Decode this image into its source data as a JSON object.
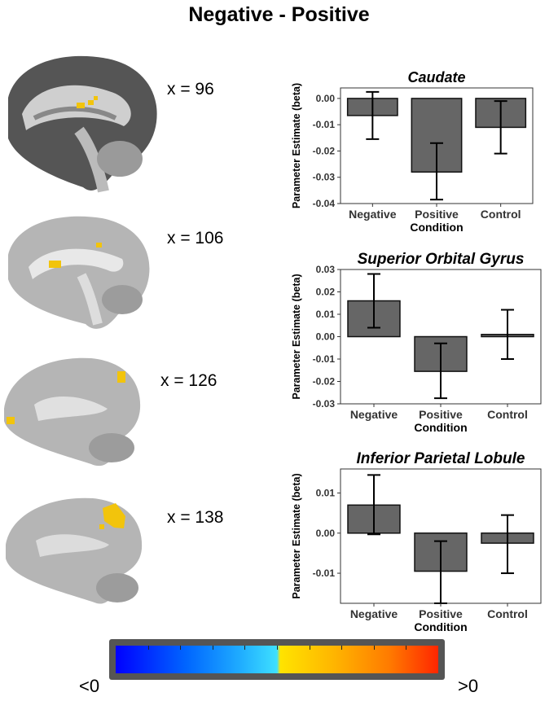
{
  "figure": {
    "title": "Negative - Positive",
    "slices": [
      {
        "label": "x = 96"
      },
      {
        "label": "x = 106"
      },
      {
        "label": "x = 126"
      },
      {
        "label": "x = 138"
      }
    ],
    "colorbar": {
      "min_label": "<0",
      "max_label": ">0"
    }
  },
  "chart_data": [
    {
      "type": "bar",
      "title": "Caudate",
      "xlabel": "Condition",
      "ylabel": "Parameter Estimate (beta)",
      "categories": [
        "Negative",
        "Positive",
        "Control"
      ],
      "values": [
        -0.0065,
        -0.028,
        -0.011
      ],
      "error_low": [
        -0.0155,
        -0.0385,
        -0.021
      ],
      "error_high": [
        0.0025,
        -0.017,
        -0.001
      ],
      "ylim": [
        -0.04,
        0.004
      ],
      "yticks": [
        0.0,
        -0.01,
        -0.02,
        -0.03,
        -0.04
      ],
      "ytick_labels": [
        "0.00",
        "-0.01",
        "-0.02",
        "-0.03",
        "-0.04"
      ],
      "bar_color": "#666666"
    },
    {
      "type": "bar",
      "title": "Superior Orbital Gyrus",
      "xlabel": "Condition",
      "ylabel": "Parameter Estimate (beta)",
      "categories": [
        "Negative",
        "Positive",
        "Control"
      ],
      "values": [
        0.016,
        -0.0155,
        0.001
      ],
      "error_low": [
        0.004,
        -0.0275,
        -0.01
      ],
      "error_high": [
        0.028,
        -0.003,
        0.012
      ],
      "ylim": [
        -0.03,
        0.03
      ],
      "yticks": [
        0.03,
        0.02,
        0.01,
        0.0,
        -0.01,
        -0.02,
        -0.03
      ],
      "ytick_labels": [
        "0.03",
        "0.02",
        "0.01",
        "0.00",
        "-0.01",
        "-0.02",
        "-0.03"
      ],
      "bar_color": "#666666"
    },
    {
      "type": "bar",
      "title": "Inferior Parietal Lobule",
      "xlabel": "Condition",
      "ylabel": "Parameter Estimate (beta)",
      "categories": [
        "Negative",
        "Positive",
        "Control"
      ],
      "values": [
        0.007,
        -0.0095,
        -0.0025
      ],
      "error_low": [
        -0.0003,
        -0.0175,
        -0.01
      ],
      "error_high": [
        0.0145,
        -0.002,
        0.0045
      ],
      "ylim": [
        -0.0175,
        0.016
      ],
      "yticks": [
        0.01,
        0.0,
        -0.01
      ],
      "ytick_labels": [
        "0.01",
        "0.00",
        "-0.01"
      ],
      "bar_color": "#666666"
    }
  ]
}
